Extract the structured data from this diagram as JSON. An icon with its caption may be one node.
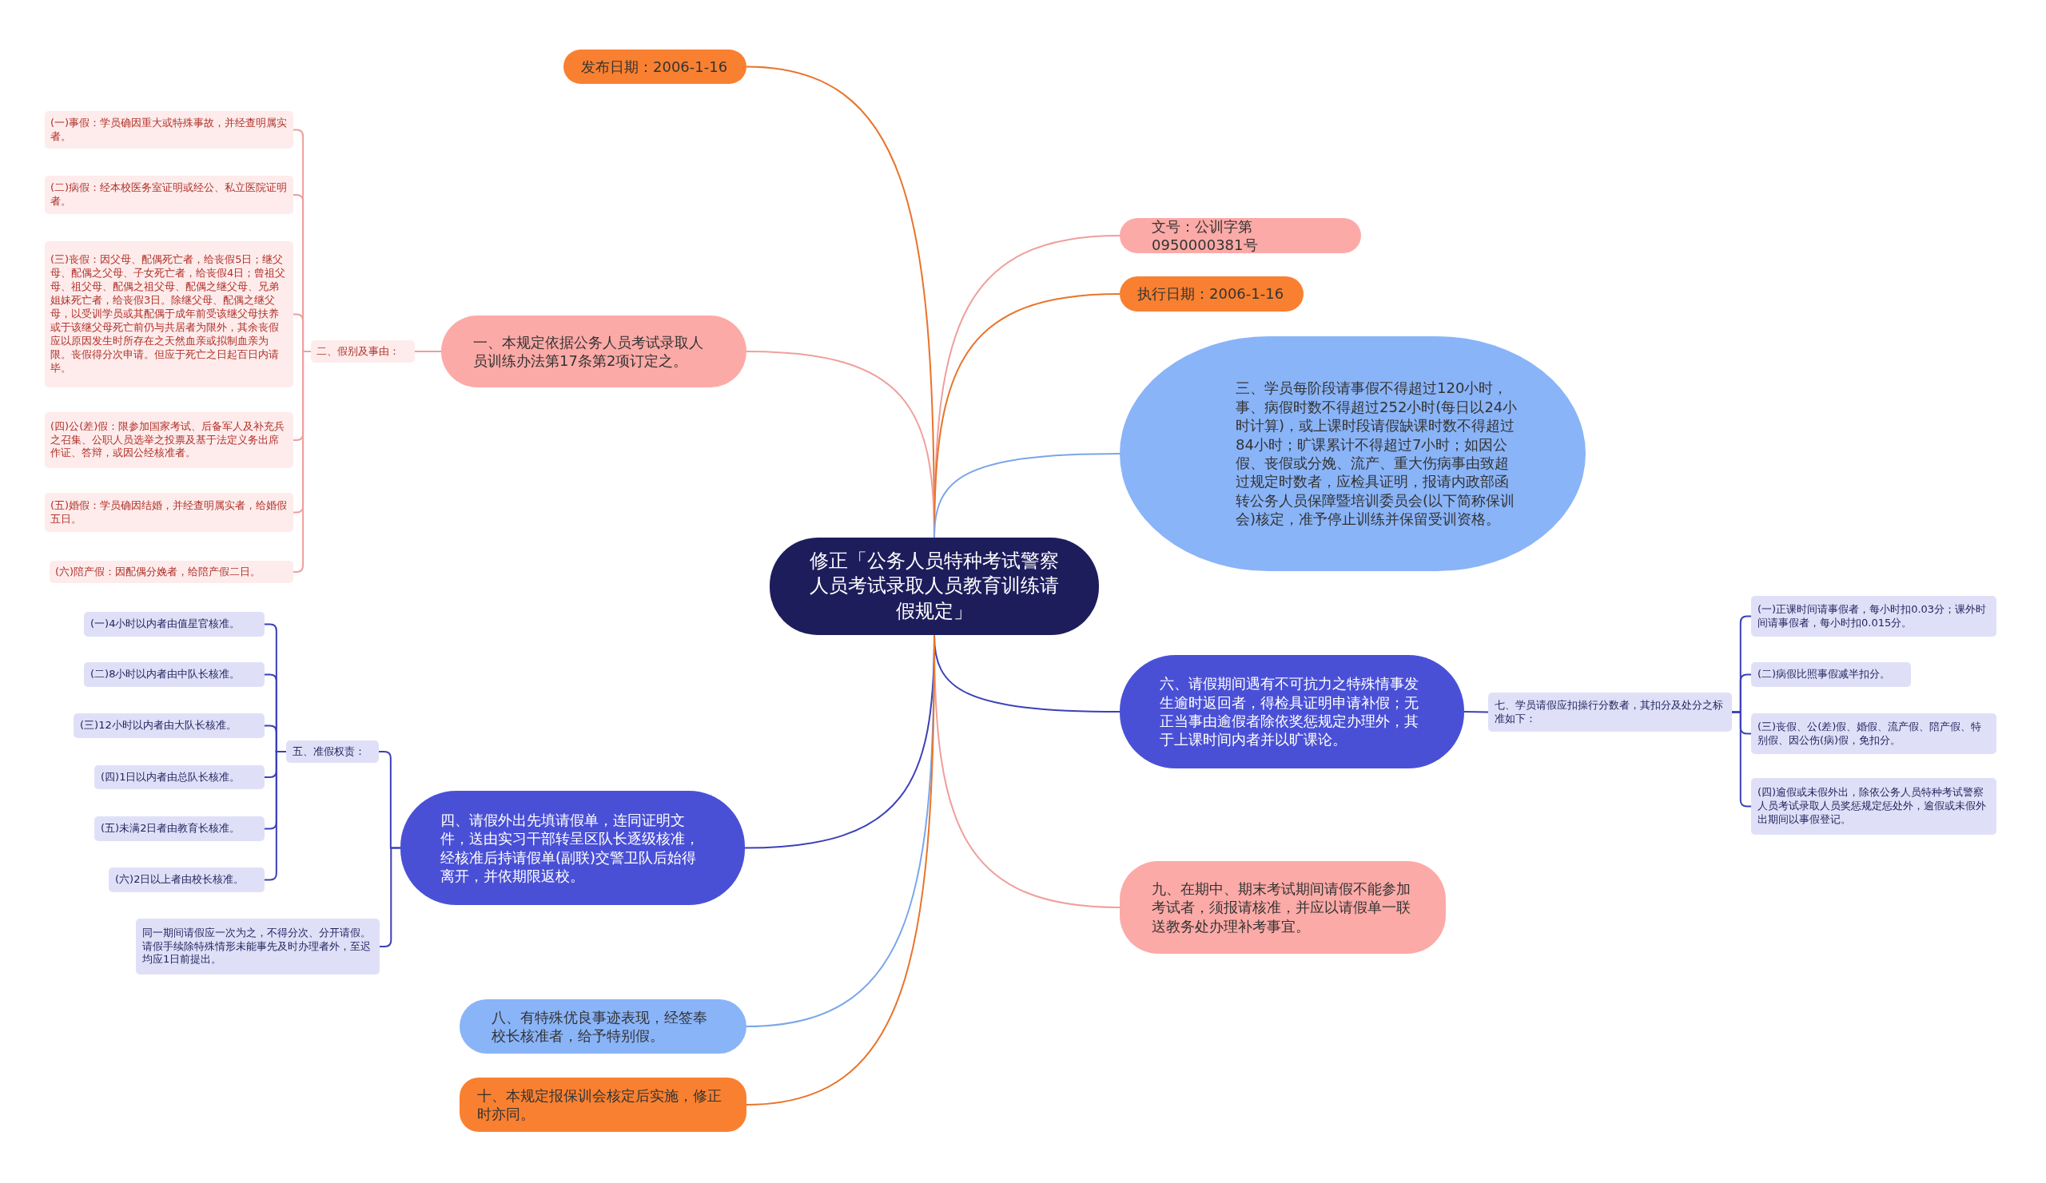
{
  "diagram": {
    "nodes": [
      {
        "text": [
          "修正「公务人员特种考试警察人员考试录取人员教育训练请假规定」"
        ]
      },
      {
        "text": [
          "发布日期：2006-1-16"
        ]
      },
      {
        "text": [
          "一、本规定依据公务人员考试录取人员训练办法第17条第2项订定之。"
        ]
      },
      {
        "text": [
          "二、假别及事由："
        ]
      },
      {
        "text": [
          "(一)事假：学员确因重大或特殊事故，并经查明属实者。"
        ]
      },
      {
        "text": [
          "(二)病假：经本校医务室证明或经公、私立医院证明者。"
        ]
      },
      {
        "text": [
          "(三)丧假：因父母、配偶死亡者，给丧假5日；继父母、配偶之父母、子女死亡者，给丧假4日；曾祖父母、祖父母、配偶之祖父母、配偶之继父母、兄弟姐妹死亡者，给丧假3日。除继父母、配偶之继父母，以受训学员或其配偶于成年前受该继父母扶养或于该继父母死亡前仍与共居者为限外，其余丧假应以原因发生时所存在之天然血亲或拟制血亲为限。丧假得分次申请。但应于死亡之日起百日内请毕。"
        ]
      },
      {
        "text": [
          "(四)公(差)假：限参加国家考试、后备军人及补充兵之召集、公职人员选举之投票及基于法定义务出席作证、答辩，或因公经核准者。"
        ]
      },
      {
        "text": [
          "(五)婚假：学员确因结婚，并经查明属实者，给婚假五日。"
        ]
      },
      {
        "text": [
          "(六)陪产假：因配偶分娩者，给陪产假二日。"
        ]
      },
      {
        "text": [
          "文号：公训字第0950000381号"
        ]
      },
      {
        "text": [
          "执行日期：2006-1-16"
        ]
      },
      {
        "text": [
          "三、学员每阶段请事假不得超过120小时，事、病假时数不得超过252小时(每日以24小时计算)，或上课时段请假缺课时数不得超过84小时；旷课累计不得超过7小时；如因公假、丧假或分娩、流产、重大伤病事由致超过规定时数者，应检具证明，报请内政部函转公务人员保障暨培训委员会(以下简称保训会)核定，准予停止训练并保留受训资格。"
        ]
      },
      {
        "text": [
          "四、请假外出先填请假单，连同证明文件，送由实习干部转呈区队长逐级核准，经核准后持请假单(副联)交警卫队后始得离开，并依期限返校。"
        ]
      },
      {
        "text": [
          "五、准假权责："
        ]
      },
      {
        "text": [
          "(一)4小时以内者由值星官核准。"
        ]
      },
      {
        "text": [
          "(二)8小时以内者由中队长核准。"
        ]
      },
      {
        "text": [
          "(三)12小时以内者由大队长核准。"
        ]
      },
      {
        "text": [
          "(四)1日以内者由总队长核准。"
        ]
      },
      {
        "text": [
          "(五)未满2日者由教育长核准。"
        ]
      },
      {
        "text": [
          "(六)2日以上者由校长核准。"
        ]
      },
      {
        "text": [
          "同一期间请假应一次为之，不得分次、分开请假。请假手续除特殊情形未能事先及时办理者外，至迟均应1日前提出。"
        ]
      },
      {
        "text": [
          "六、请假期间遇有不可抗力之特殊情事发生逾时返回者，得检具证明申请补假；无正当事由逾假者除依奖惩规定办理外，其于上课时间内者并以旷课论。"
        ]
      },
      {
        "text": [
          "七、学员请假应扣操行分数者，其扣分及处分之标准如下："
        ]
      },
      {
        "text": [
          "(一)正课时间请事假者，每小时扣0.03分；课外时间请事假者，每小时扣0.015分。"
        ]
      },
      {
        "text": [
          "(二)病假比照事假减半扣分。"
        ]
      },
      {
        "text": [
          "(三)丧假、公(差)假、婚假、流产假、陪产假、特别假、因公伤(病)假，免扣分。"
        ]
      },
      {
        "text": [
          "(四)逾假或未假外出，除依公务人员特种考试警察人员考试录取人员奖惩规定惩处外，逾假或未假外出期间以事假登记。"
        ]
      },
      {
        "text": [
          "八、有特殊优良事迹表现，经签奉校长核准者，给予特别假。"
        ]
      },
      {
        "text": [
          "九、在期中、期末考试期间请假不能参加考试者，须报请核准，并应以请假单一联送教务处办理补考事宜。"
        ]
      },
      {
        "text": [
          "十、本规定报保训会核定后实施，修正时亦同。"
        ]
      }
    ],
    "edges": [
      {
        "from": 0,
        "to": 1,
        "arrow": "none",
        "color": "#e8742a"
      },
      {
        "from": 0,
        "to": 2,
        "arrow": "none",
        "color": "#ef9f9c"
      },
      {
        "from": 2,
        "to": 3,
        "arrow": "none",
        "color": "#ef9f9c"
      },
      {
        "from": 3,
        "to": 4,
        "arrow": "none",
        "color": "#ef9f9c"
      },
      {
        "from": 3,
        "to": 5,
        "arrow": "none",
        "color": "#ef9f9c"
      },
      {
        "from": 3,
        "to": 6,
        "arrow": "none",
        "color": "#ef9f9c"
      },
      {
        "from": 3,
        "to": 7,
        "arrow": "none",
        "color": "#ef9f9c"
      },
      {
        "from": 3,
        "to": 8,
        "arrow": "none",
        "color": "#ef9f9c"
      },
      {
        "from": 3,
        "to": 9,
        "arrow": "none",
        "color": "#ef9f9c"
      },
      {
        "from": 0,
        "to": 10,
        "arrow": "none",
        "color": "#ef9f9c"
      },
      {
        "from": 0,
        "to": 11,
        "arrow": "none",
        "color": "#e8742a"
      },
      {
        "from": 0,
        "to": 12,
        "arrow": "none",
        "color": "#7aa6e8"
      },
      {
        "from": 0,
        "to": 13,
        "arrow": "none"
      },
      {
        "from": 13,
        "to": 14,
        "arrow": "none"
      },
      {
        "from": 14,
        "to": 15,
        "arrow": "none"
      },
      {
        "from": 14,
        "to": 16,
        "arrow": "none"
      },
      {
        "from": 14,
        "to": 17,
        "arrow": "none"
      },
      {
        "from": 14,
        "to": 18,
        "arrow": "none"
      },
      {
        "from": 14,
        "to": 19,
        "arrow": "none"
      },
      {
        "from": 14,
        "to": 20,
        "arrow": "none"
      },
      {
        "from": 13,
        "to": 21,
        "arrow": "none"
      },
      {
        "from": 0,
        "to": 22,
        "arrow": "none"
      },
      {
        "from": 22,
        "to": 23,
        "arrow": "none"
      },
      {
        "from": 23,
        "to": 24,
        "arrow": "none"
      },
      {
        "from": 23,
        "to": 25,
        "arrow": "none"
      },
      {
        "from": 23,
        "to": 26,
        "arrow": "none"
      },
      {
        "from": 23,
        "to": 27,
        "arrow": "none"
      },
      {
        "from": 0,
        "to": 28,
        "arrow": "none",
        "color": "#7aa6e8"
      },
      {
        "from": 0,
        "to": 29,
        "arrow": "none",
        "color": "#ef9f9c"
      },
      {
        "from": 0,
        "to": 30,
        "arrow": "none",
        "color": "#e8742a"
      }
    ]
  }
}
